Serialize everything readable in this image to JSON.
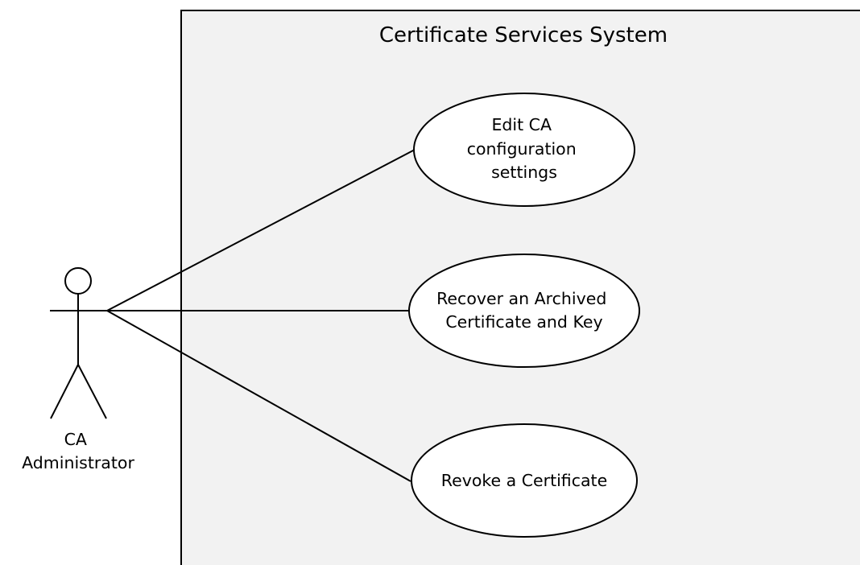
{
  "system": {
    "title": "Certificate Services System"
  },
  "actor": {
    "label_lines": [
      "CA",
      "Administrator"
    ]
  },
  "use_cases": [
    {
      "lines": [
        "Edit CA",
        "configuration",
        "settings"
      ]
    },
    {
      "lines": [
        "Recover an Archived",
        "Certificate and Key"
      ]
    },
    {
      "lines": [
        "Revoke a Certificate"
      ]
    }
  ],
  "colors": {
    "boundary_fill": "#f2f2f2",
    "stroke": "#000000",
    "ellipse_fill": "#ffffff"
  }
}
